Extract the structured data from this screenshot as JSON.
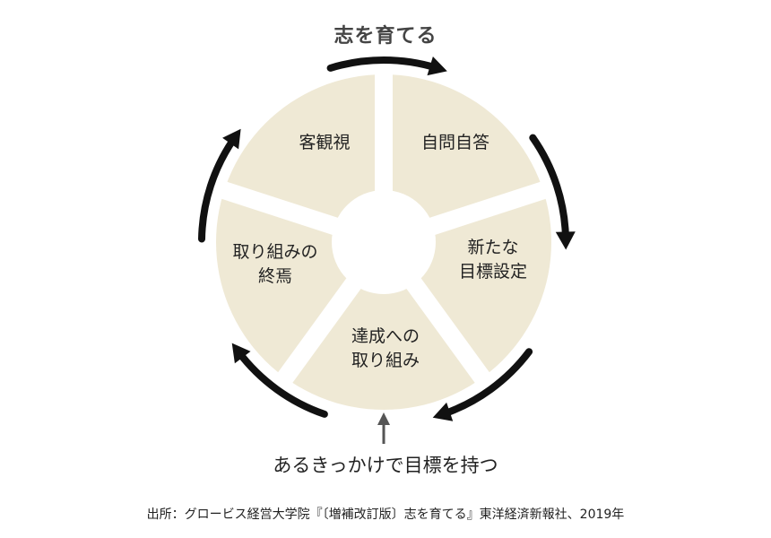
{
  "diagram": {
    "title": "志を育てる",
    "segments": [
      {
        "lines": [
          "自問自答"
        ]
      },
      {
        "lines": [
          "新たな",
          "目標設定"
        ]
      },
      {
        "lines": [
          "達成への",
          "取り組み"
        ]
      },
      {
        "lines": [
          "取り組みの",
          "終焉"
        ]
      },
      {
        "lines": [
          "客観視"
        ]
      }
    ],
    "trigger": "あるきっかけで目標を持つ",
    "source": "出所：グロービス経営大学院『〔増補改訂版〕志を育てる』東洋経済新報社、2019年",
    "colors": {
      "fill": "#efe9d5",
      "divider": "#ffffff",
      "arrow": "#111111",
      "trigger_arrow": "#555555"
    }
  }
}
